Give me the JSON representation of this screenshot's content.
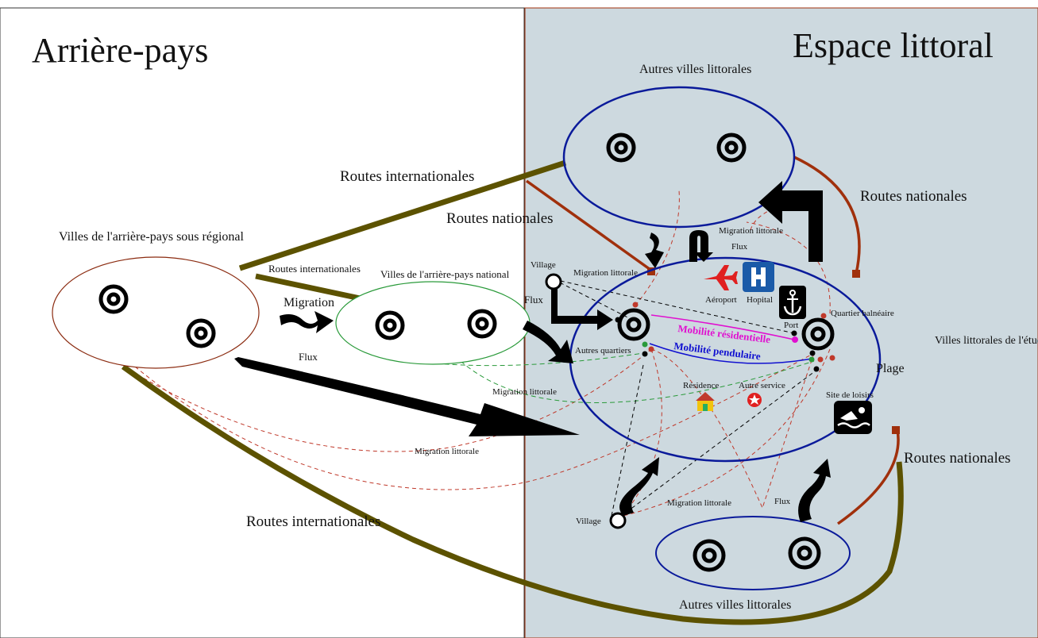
{
  "zones": {
    "hinterland_title": "Arrière-pays",
    "coast_title": "Espace littoral"
  },
  "nodes": {
    "other_coastal_top": "Autres villes littorales",
    "other_coastal_bottom": "Autres villes littorales",
    "subregional": "Villes de l'arrière-pays sous régional",
    "national": "Villes de l'arrière-pays national",
    "study_cities": "Villes littorales de l'étude",
    "village_top": "Village",
    "village_bottom": "Village"
  },
  "labels": {
    "routes_internationales_1": "Routes internationales",
    "routes_internationales_2": "Routes internationales",
    "routes_internationales_3": "Routes internationales",
    "routes_nationales_1": "Routes nationales",
    "routes_nationales_2": "Routes nationales",
    "routes_nationales_3": "Routes nationales",
    "migration": "Migration",
    "flux_1": "Flux",
    "flux_2": "Flux",
    "flux_3": "Flux",
    "flux_4": "Flux",
    "migration_littorale_1": "Migration littorale",
    "migration_littorale_2": "Migration littorale",
    "migration_littorale_3": "Migration littorale",
    "migration_littorale_4": "Migration littorale",
    "migration_littorale_5": "Migration littorale",
    "aeroport": "Aéroport",
    "hopital": "Hopital",
    "port": "Port",
    "quartier_balneaire": "Quartier balnéaire",
    "autres_quartiers": "Autres quartiers",
    "mobilite_residentielle": "Mobilité résidentielle",
    "mobilite_pendulaire": "Mobilité pendulaire",
    "plage": "Plage",
    "residence": "Résidence",
    "autre_service": "Autre service",
    "site_loisirs": "Site de loisirs"
  },
  "icons": {
    "airport": "airplane-icon",
    "hospital": "hospital-icon",
    "port": "anchor-icon",
    "residence": "house-icon",
    "service": "star-icon",
    "leisure": "swimmer-icon",
    "city": "concentric-circle-icon",
    "village": "open-circle-icon"
  },
  "colors": {
    "coast_bg": "#cdd9df",
    "blue_ellipse": "#0a1a9a",
    "brown_ellipse": "#8b2b10",
    "green_ellipse": "#2a9a3a",
    "international_road": "#5c5200",
    "national_road": "#a0300c",
    "migration_dash_red": "#c0392b",
    "migration_dash_green": "#2a9a3a",
    "residential_mobility": "#e010d0",
    "commuting_mobility": "#1010d0",
    "airplane": "#e02020",
    "hospital": "#1a5aa8"
  }
}
